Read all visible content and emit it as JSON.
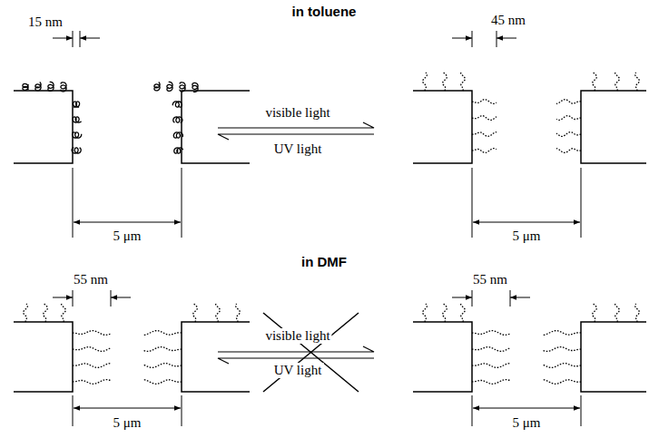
{
  "diagram": {
    "labels": [
      "in toluene",
      "15 nm",
      "5 μm",
      "visible light",
      "UV light",
      "45 nm",
      "5 μm",
      "in DMF",
      "55 nm",
      "5 μm",
      "visible light",
      "UV light",
      "55 nm",
      "5 μm"
    ]
  }
}
